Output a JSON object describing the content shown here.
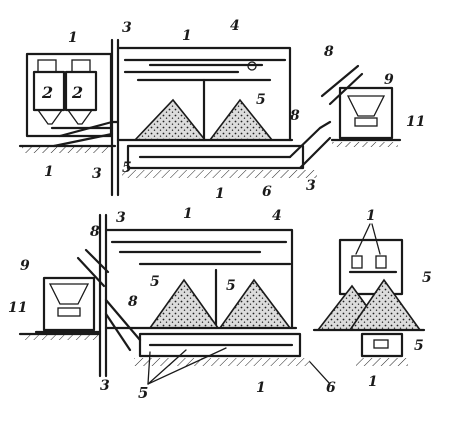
{
  "figure": {
    "upper_scheme": {
      "labels": {
        "l1_top": "1",
        "l2_left": "2",
        "l2_right": "2",
        "l1_bottom_left": "1",
        "l3_left": "3",
        "l3_top": "3",
        "l4": "4",
        "l1_warehouse": "1",
        "l5_right": "5",
        "l5_left": "5",
        "l8_top": "8",
        "l8_mid": "8",
        "l9": "9",
        "l11": "11",
        "l1_center": "1",
        "l6": "6",
        "l3_right": "3"
      }
    },
    "lower_left_scheme": {
      "labels": {
        "l1_top": "1",
        "l3_top": "3",
        "l4": "4",
        "l8_top": "8",
        "l8_mid": "8",
        "l9": "9",
        "l11": "11",
        "l5_a": "5",
        "l5_b": "5",
        "l3_bottom": "3",
        "l5_bottom": "5",
        "l1_bottom": "1",
        "l6": "6"
      }
    },
    "lower_right_scheme": {
      "labels": {
        "l1_top": "1",
        "l5_mid": "5",
        "l5_bottom": "5",
        "l1_bottom": "1"
      }
    }
  }
}
